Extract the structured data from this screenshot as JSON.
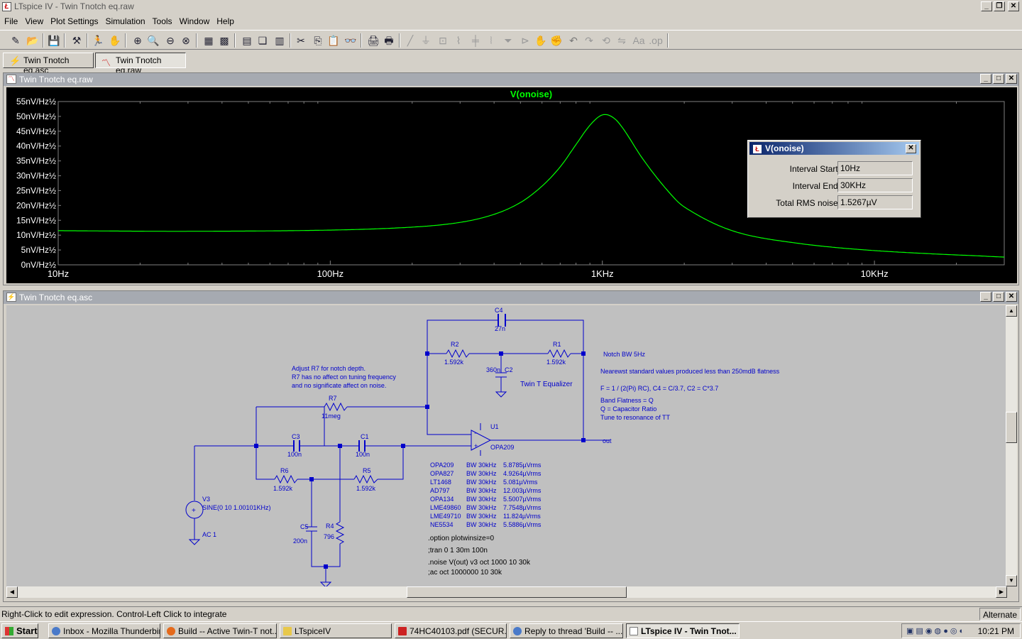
{
  "window": {
    "title": "LTspice IV - Twin Tnotch eq.raw",
    "app_icon": "ltspice-icon"
  },
  "menu": [
    "File",
    "View",
    "Plot Settings",
    "Simulation",
    "Tools",
    "Window",
    "Help"
  ],
  "tabs": [
    {
      "label": "Twin Tnotch eq.asc",
      "icon": "schematic-icon"
    },
    {
      "label": "Twin Tnotch eq.raw",
      "icon": "waveform-icon"
    }
  ],
  "plot_window": {
    "title": "Twin Tnotch eq.raw",
    "trace_label": "V(onoise)",
    "trace_color": "#00ff00",
    "chart_data": {
      "type": "line",
      "title": "V(onoise)",
      "x_scale": "log",
      "xlim": [
        10,
        30000
      ],
      "ylim": [
        0,
        55
      ],
      "x_ticks": [
        "10Hz",
        "100Hz",
        "1KHz",
        "10KHz"
      ],
      "y_ticks": [
        "55nV/Hz½",
        "50nV/Hz½",
        "45nV/Hz½",
        "40nV/Hz½",
        "35nV/Hz½",
        "30nV/Hz½",
        "25nV/Hz½",
        "20nV/Hz½",
        "15nV/Hz½",
        "10nV/Hz½",
        "5nV/Hz½",
        "0nV/Hz½"
      ],
      "series": [
        {
          "name": "V(onoise)",
          "x": [
            10,
            30,
            100,
            200,
            300,
            400,
            500,
            600,
            700,
            800,
            900,
            1000,
            1100,
            1200,
            1400,
            1700,
            2000,
            3000,
            5000,
            10000,
            30000
          ],
          "y": [
            11.5,
            11.3,
            11.7,
            12.7,
            14.3,
            17.0,
            21.0,
            26.5,
            33.0,
            40.5,
            47.0,
            50.5,
            49.5,
            45.5,
            36.0,
            26.0,
            19.5,
            11.5,
            7.5,
            4.8,
            2.6
          ]
        }
      ]
    }
  },
  "noise_dialog": {
    "title": "V(onoise)",
    "fields": [
      {
        "label": "Interval Start:",
        "value": "10Hz"
      },
      {
        "label": "Interval End:",
        "value": "30KHz"
      },
      {
        "label": "Total RMS noise:",
        "value": "1.5267µV"
      }
    ]
  },
  "schematic_window": {
    "title": "Twin Tnotch eq.asc",
    "components": {
      "C4": {
        "name": "C4",
        "value": "27n"
      },
      "R2": {
        "name": "R2",
        "value": "1.592k"
      },
      "R1": {
        "name": "R1",
        "value": "1.592k"
      },
      "C2": {
        "name": "C2",
        "value": "360n"
      },
      "R7": {
        "name": "R7",
        "value": "11meg"
      },
      "C3": {
        "name": "C3",
        "value": "100n"
      },
      "C1": {
        "name": "C1",
        "value": "100n"
      },
      "R6": {
        "name": "R6",
        "value": "1.592k"
      },
      "R5": {
        "name": "R5",
        "value": "1.592k"
      },
      "C5": {
        "name": "C5",
        "value": "200n"
      },
      "R4": {
        "name": "R4",
        "value": "796"
      },
      "U1": {
        "name": "U1",
        "value": "OPA209"
      },
      "V3": {
        "name": "V3",
        "value": "SINE(0 10 1.00101KHz)",
        "ac": "AC 1"
      }
    },
    "net_out": "out",
    "notes": {
      "twin_t": "Twin T Equalizer",
      "adjust": [
        "Adjust R7 for notch depth.",
        "R7 has no affect on tuning frequency",
        "and no significate affect on noise."
      ],
      "notch_bw": "Notch BW 5Hz",
      "nearest": "Nearewst standard values produced less than 250mdB flatness",
      "formula": "F = 1 / (2(Pi) RC),     C4 = C/3.7, C2 = C*3.7",
      "band": [
        "Band Flatness = Q",
        "Q = Capacitor Ratio",
        "Tune to resonance of TT"
      ]
    },
    "opamp_table": [
      {
        "part": "OPA209",
        "bw": "BW 30kHz",
        "noise": "5.8785µVrms"
      },
      {
        "part": "OPA827",
        "bw": "BW 30kHz",
        "noise": "4.9264µVrms"
      },
      {
        "part": "LT1468",
        "bw": "BW 30kHz",
        "noise": "5.081µVrms"
      },
      {
        "part": "AD797",
        "bw": "BW 30kHz",
        "noise": "12.003µVrms"
      },
      {
        "part": "OPA134",
        "bw": "BW 30kHz",
        "noise": "5.5007µVrms"
      },
      {
        "part": "LME49860",
        "bw": "BW 30kHz",
        "noise": "7.7548µVrms"
      },
      {
        "part": "LME49710",
        "bw": "BW 30kHz",
        "noise": "11.824µVrms"
      },
      {
        "part": "NE5534",
        "bw": "BW 30kHz",
        "noise": "5.5886µVrms"
      }
    ],
    "directives": [
      ".option plotwinsize=0",
      ";tran 0 1 30m 100n",
      ".noise V(out) v3 oct 1000 10 30k",
      ";ac oct 1000000 10 30k"
    ]
  },
  "status": {
    "text": "Right-Click to edit expression. Control-Left Click to integrate",
    "mode": "Alternate"
  },
  "taskbar": {
    "start": "Start",
    "tasks": [
      {
        "label": "Inbox - Mozilla Thunderbird",
        "active": false
      },
      {
        "label": "Build -- Active Twin-T not...",
        "active": false
      },
      {
        "label": "LTspiceIV",
        "active": false
      },
      {
        "label": "74HC40103.pdf (SECUR...",
        "active": false
      },
      {
        "label": "Reply to thread 'Build -- ...",
        "active": false
      },
      {
        "label": "LTspice IV - Twin Tnot...",
        "active": true
      }
    ],
    "clock": "10:21 PM"
  }
}
